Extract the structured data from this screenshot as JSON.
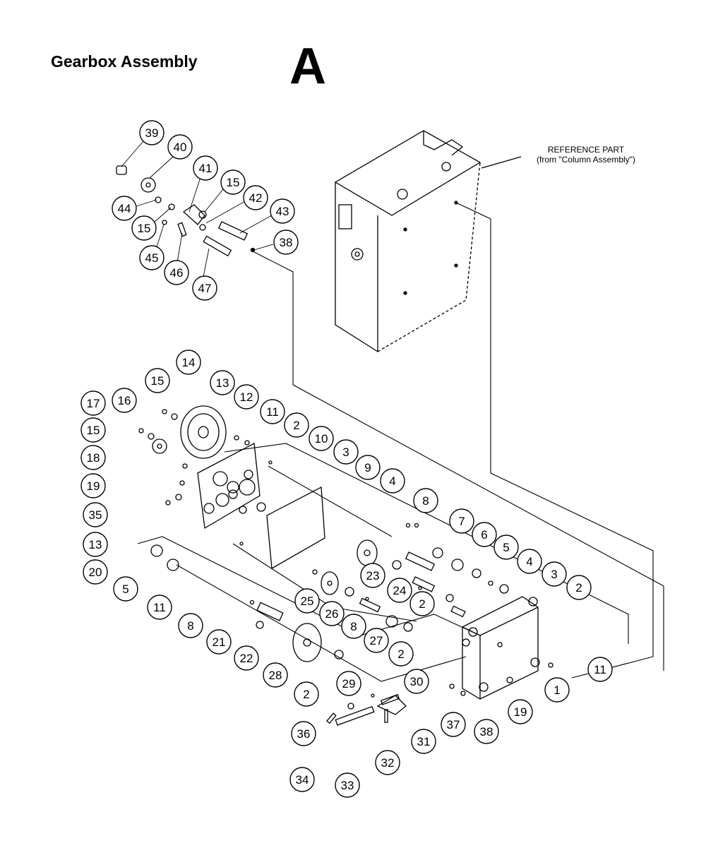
{
  "header": {
    "title": "Gearbox Assembly",
    "section_letter": "A"
  },
  "reference": {
    "line1": "REFERENCE PART",
    "line2": "(from \"Column Assembly\")"
  },
  "callouts": [
    "39",
    "40",
    "41",
    "15",
    "42",
    "44",
    "43",
    "15",
    "38",
    "45",
    "46",
    "47",
    "14",
    "15",
    "13",
    "12",
    "16",
    "17",
    "11",
    "2",
    "15",
    "10",
    "3",
    "9",
    "18",
    "4",
    "8",
    "19",
    "7",
    "35",
    "6",
    "5",
    "13",
    "4",
    "3",
    "20",
    "23",
    "2",
    "5",
    "24",
    "25",
    "2",
    "11",
    "26",
    "8",
    "8",
    "21",
    "27",
    "22",
    "2",
    "28",
    "11",
    "2",
    "29",
    "30",
    "1",
    "19",
    "37",
    "38",
    "31",
    "36",
    "32",
    "34",
    "33"
  ]
}
